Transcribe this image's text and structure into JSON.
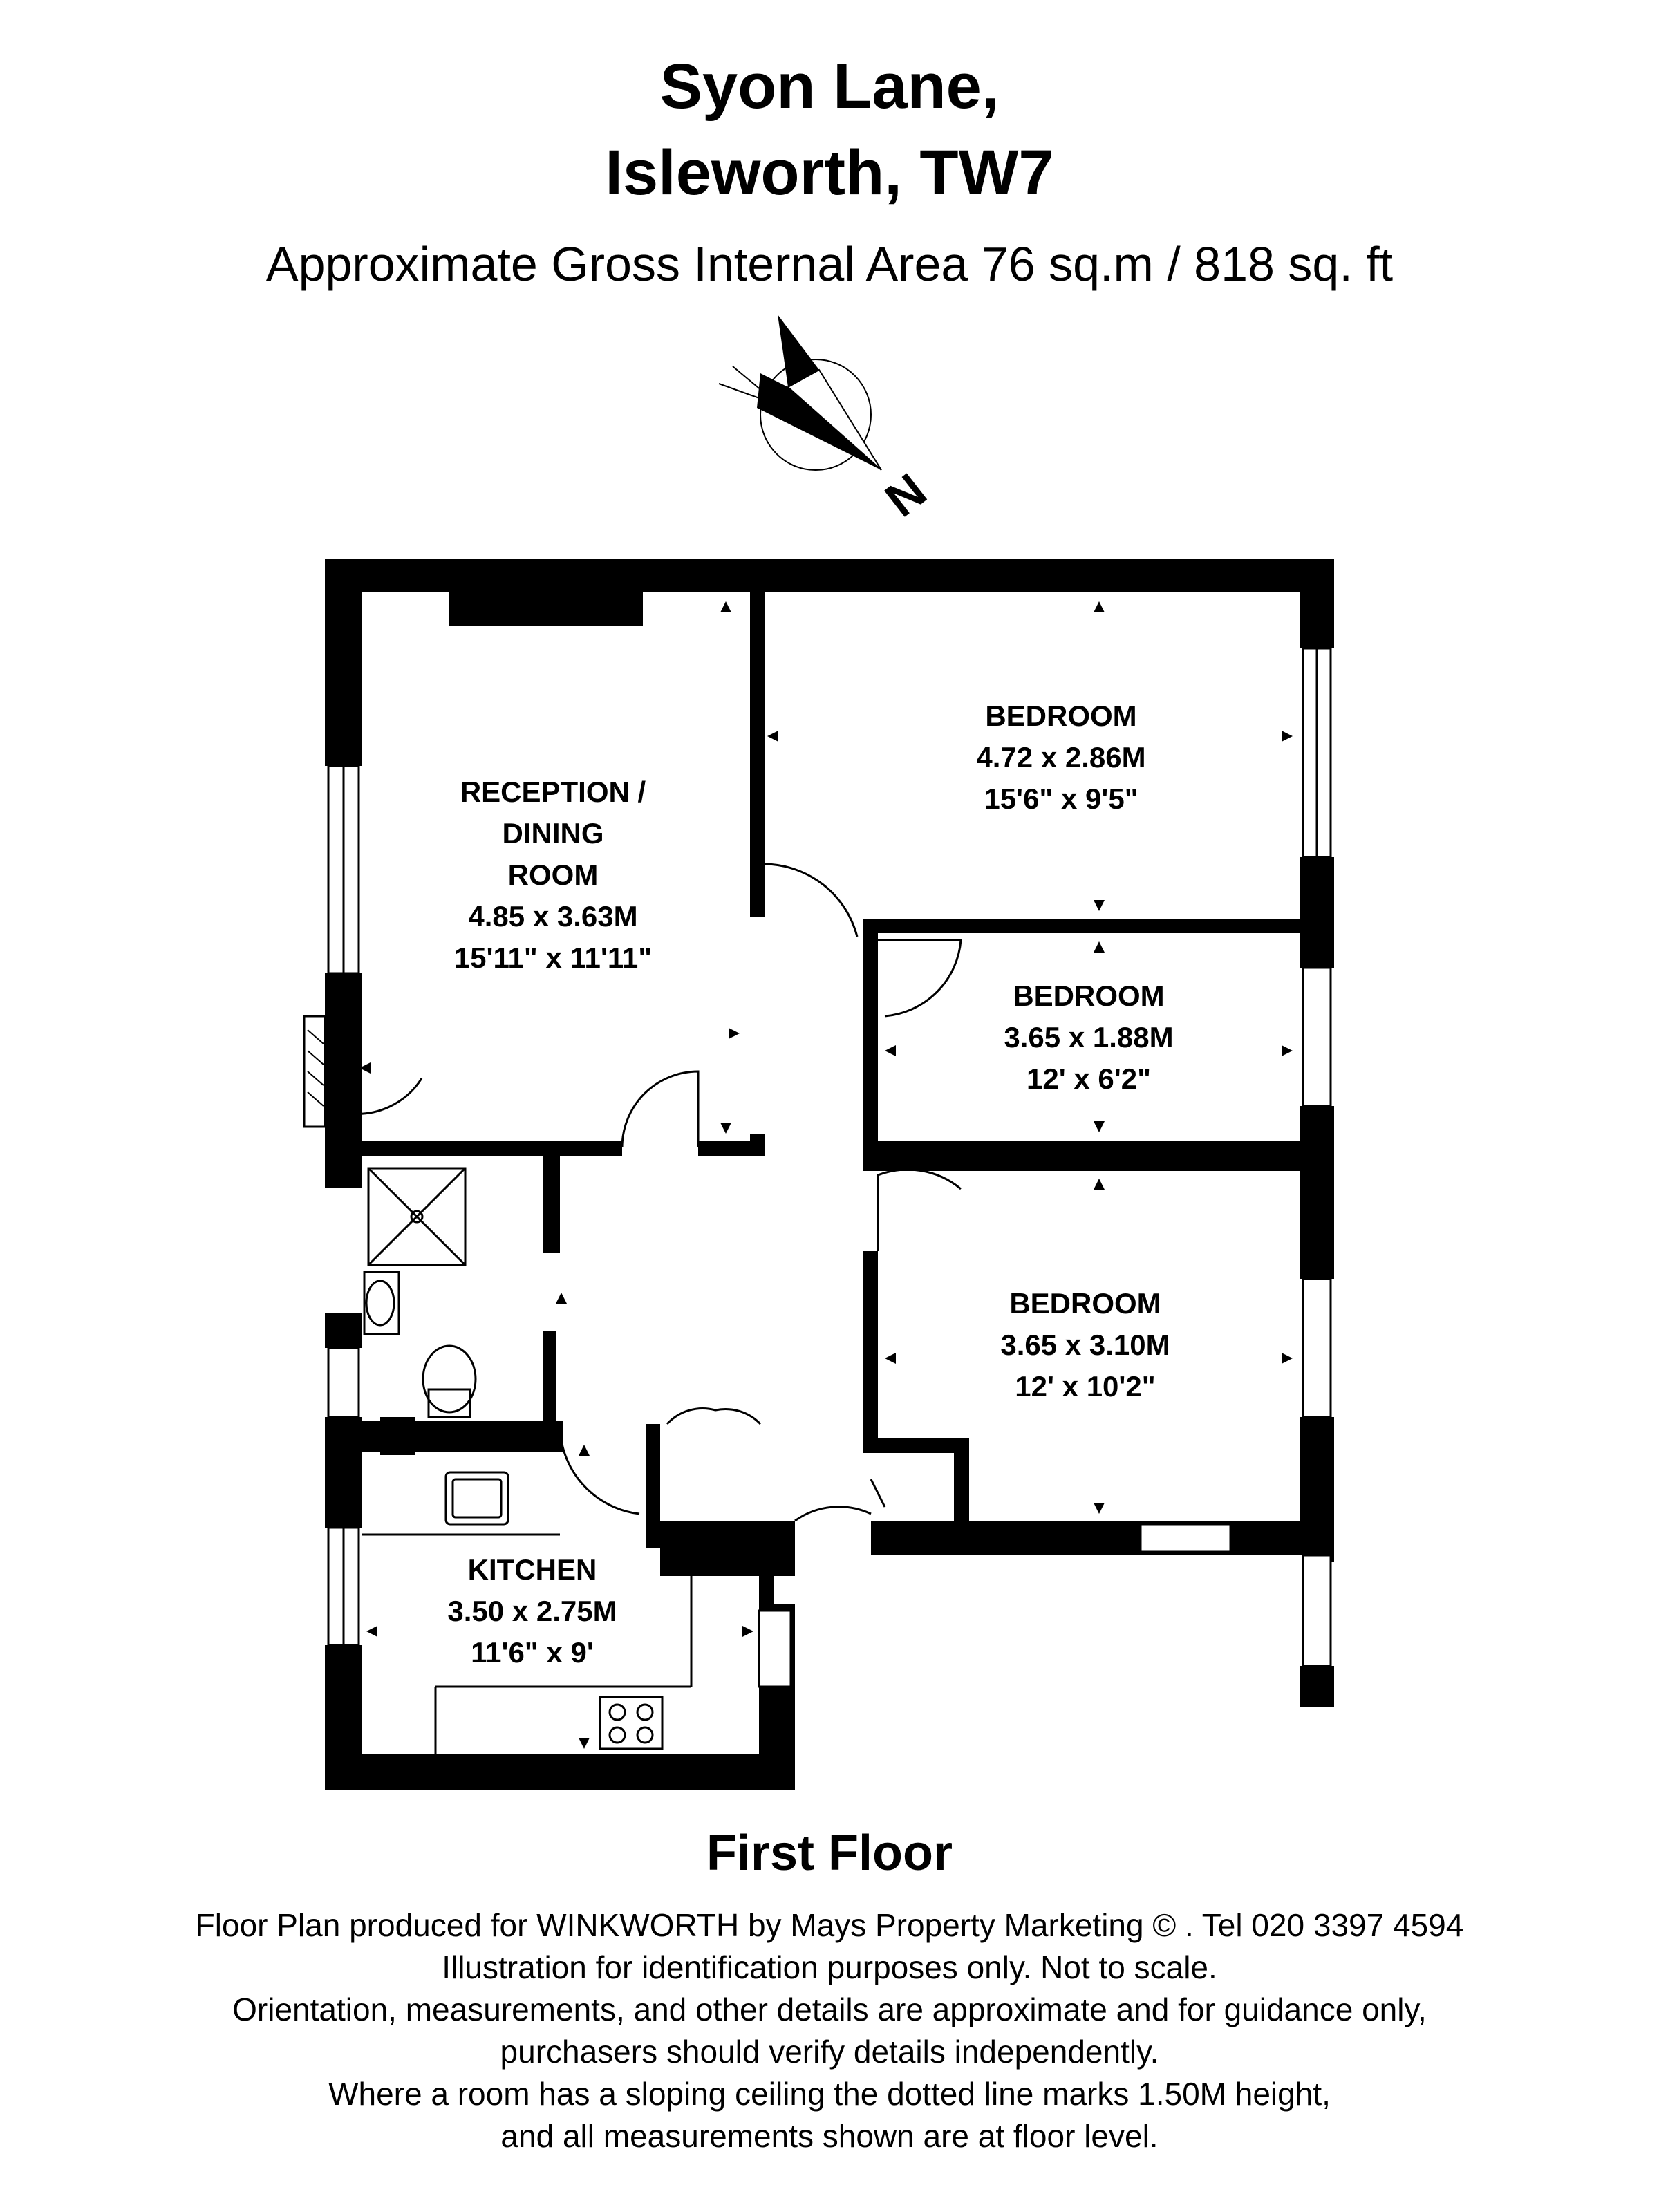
{
  "header": {
    "title_line1": "Syon Lane,",
    "title_line2": "Isleworth, TW7",
    "area": "Approximate Gross Internal Area 76 sq.m  /  818 sq. ft"
  },
  "compass": {
    "label": "N"
  },
  "rooms": {
    "reception": {
      "line1": "RECEPTION /",
      "line2": "DINING",
      "line3": "ROOM",
      "metric": "4.85 x 3.63M",
      "imperial": "15'11\" x 11'11\""
    },
    "bedroom1": {
      "name": "BEDROOM",
      "metric": "4.72 x 2.86M",
      "imperial": "15'6\" x 9'5\""
    },
    "bedroom2": {
      "name": "BEDROOM",
      "metric": "3.65 x 1.88M",
      "imperial": "12' x 6'2\""
    },
    "bedroom3": {
      "name": "BEDROOM",
      "metric": "3.65 x 3.10M",
      "imperial": "12' x 10'2\""
    },
    "kitchen": {
      "name": "KITCHEN",
      "metric": "3.50 x 2.75M",
      "imperial": "11'6\" x 9'"
    }
  },
  "floor_label": "First Floor",
  "notes": [
    "Floor Plan produced for WINKWORTH by Mays Property Marketing  © . Tel 020 3397 4594",
    "Illustration for identification purposes only. Not to scale.",
    "Orientation, measurements, and other details are approximate and for guidance only,",
    "purchasers should verify details independently.",
    "Where a room has a sloping ceiling the dotted line marks 1.50M height,",
    "and all measurements shown are at floor level."
  ]
}
